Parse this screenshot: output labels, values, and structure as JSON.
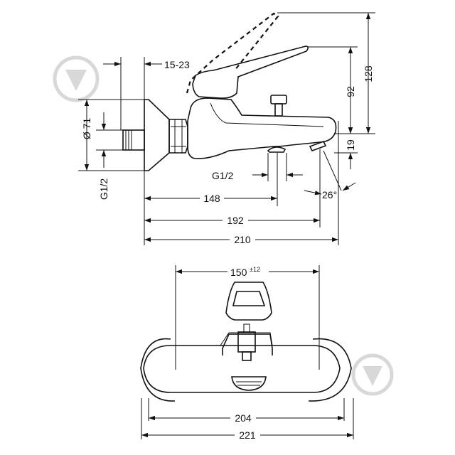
{
  "dimensions": {
    "side_view": {
      "d_15_23": "15-23",
      "d_128": "128",
      "d_92": "92",
      "d_19": "19",
      "d_diam71": "Ø 71",
      "d_g12_left": "G1/2",
      "d_g12_outlet": "G1/2",
      "d_26deg": "26°",
      "d_148": "148",
      "d_192": "192",
      "d_210": "210"
    },
    "front_view": {
      "d_150": "150",
      "d_150_tol": "±12",
      "d_204": "204",
      "d_221": "221"
    }
  }
}
